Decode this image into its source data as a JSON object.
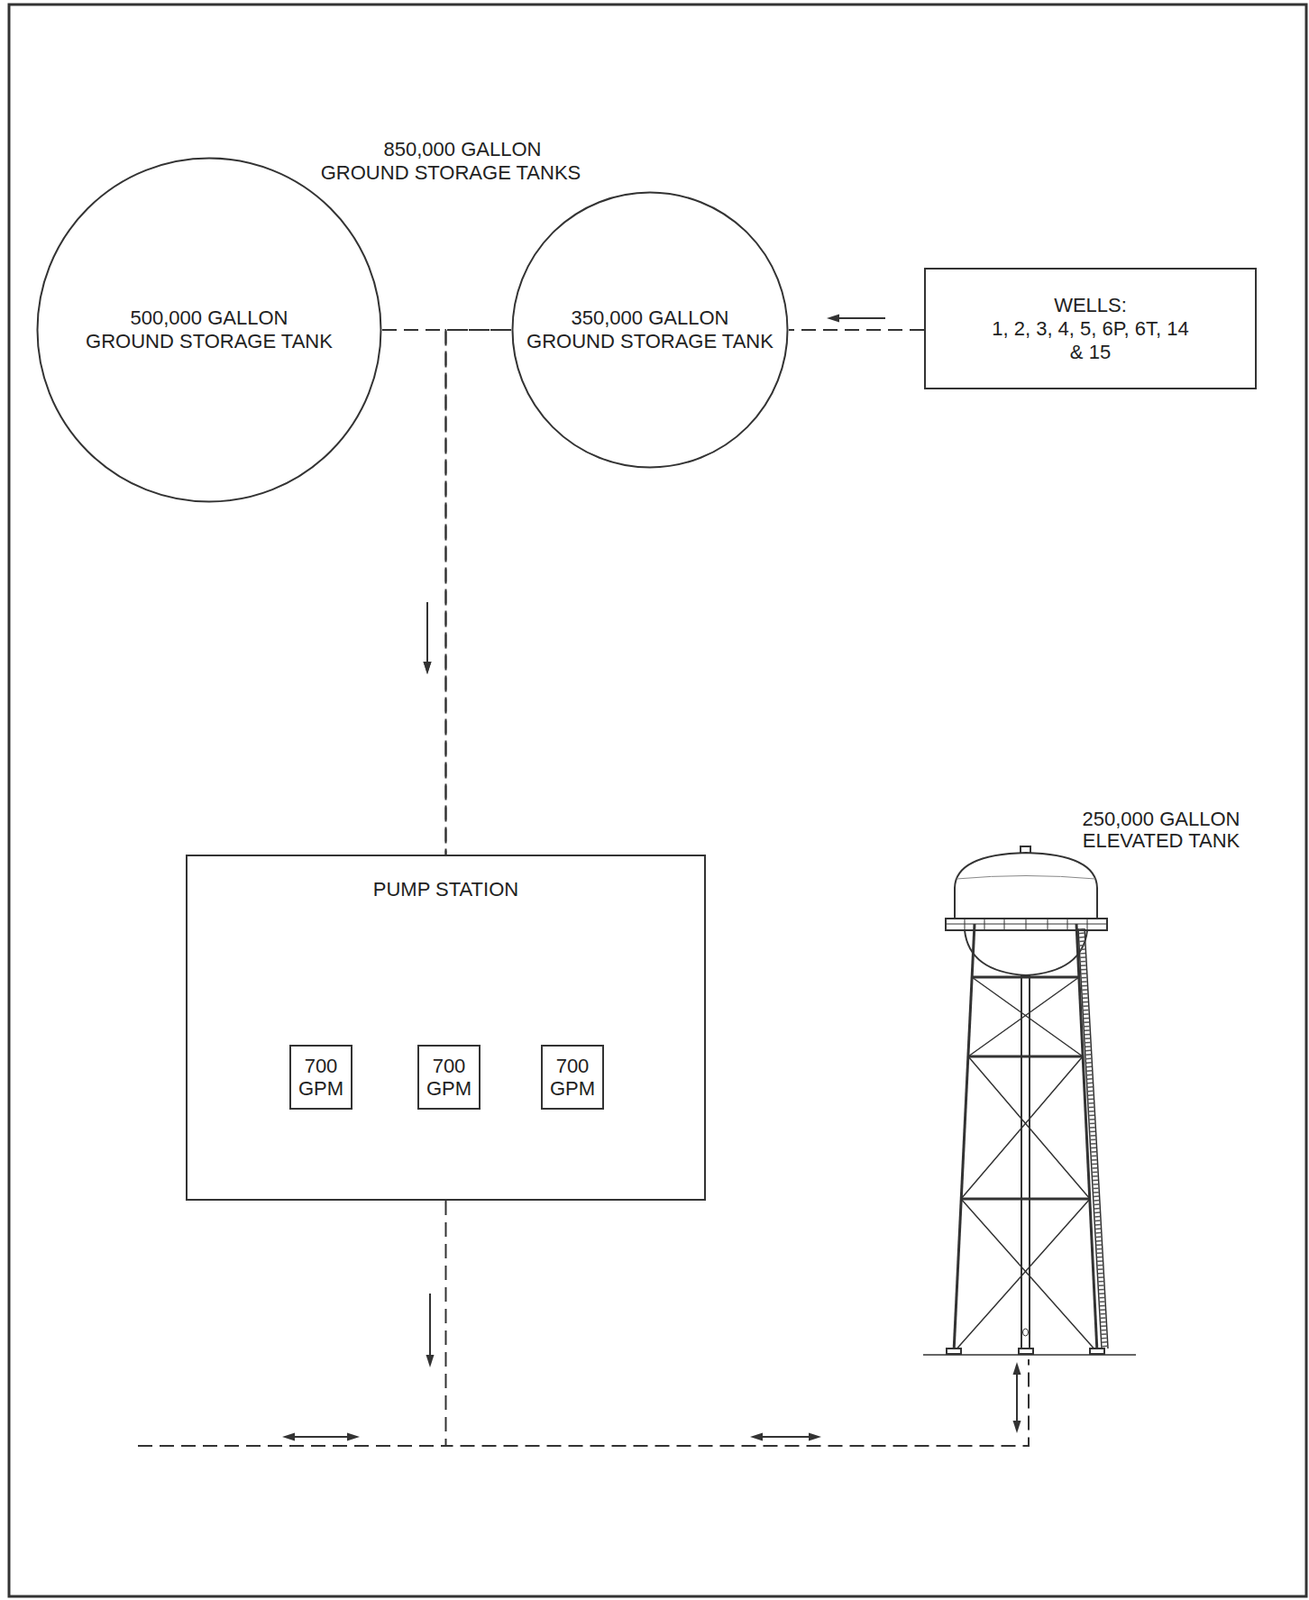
{
  "diagram": {
    "nodes": [
      {
        "text": [
          "500,000 GALLON GROUND STORAGE TANK"
        ]
      },
      {
        "text": [
          "350,000 GALLON GROUND STORAGE TANK"
        ]
      },
      {
        "text": [
          "WELLS:",
          "1, 2, 3, 4, 5, 6P, 6T, 14 & 15"
        ]
      },
      {
        "text": [
          "PUMP STATION"
        ]
      },
      {
        "text": [
          "700 GPM"
        ],
        "in": 3
      },
      {
        "text": [
          "700 GPM"
        ],
        "in": 3
      },
      {
        "text": [
          "700 GPM"
        ],
        "in": 3
      },
      {
        "text": [
          "250,000 GALLON ELEVATED TANK"
        ]
      }
    ],
    "edges": [
      {
        "from": 2,
        "to": 1,
        "arrow": "to"
      },
      {
        "from": 0,
        "to": 1,
        "arrow": "none"
      },
      {
        "from": 0,
        "to": 3,
        "arrow": "to"
      },
      {
        "from": 1,
        "to": 3,
        "arrow": "to"
      },
      {
        "from": 3,
        "to": 7,
        "arrow": "both"
      }
    ],
    "labels": [
      "850,000 GALLON GROUND STORAGE TANKS"
    ]
  }
}
